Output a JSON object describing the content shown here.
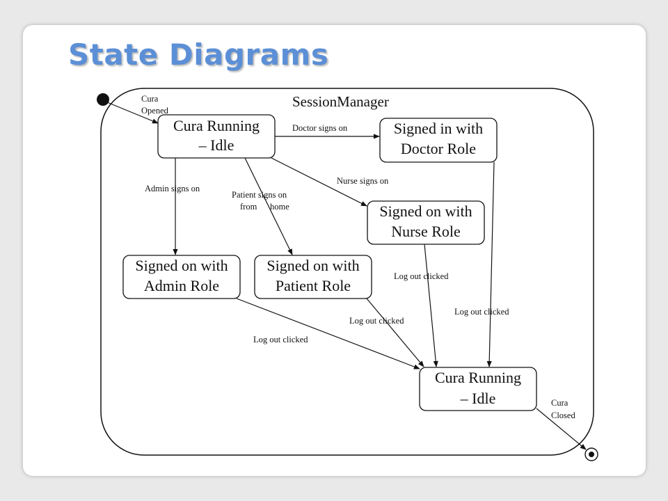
{
  "slide": {
    "title": "State Diagrams"
  },
  "diagram": {
    "container_label": "SessionManager",
    "states": {
      "idle_top": [
        "Cura Running",
        "– Idle"
      ],
      "doctor": [
        "Signed in with",
        "Doctor Role"
      ],
      "nurse": [
        "Signed on with",
        "Nurse Role"
      ],
      "admin": [
        "Signed on with",
        "Admin Role"
      ],
      "patient": [
        "Signed on with",
        "Patient Role"
      ],
      "idle_bottom": [
        "Cura Running",
        "– Idle"
      ]
    },
    "transitions": {
      "cura_opened": [
        "Cura",
        "Opened"
      ],
      "doctor_signs_on": "Doctor signs on",
      "nurse_signs_on": "Nurse signs on",
      "admin_signs_on": "Admin signs on",
      "patient_signs_on": [
        "Patient signs on",
        "from      home"
      ],
      "logout_nurse": "Log out clicked",
      "logout_doctor": "Log out clicked",
      "logout_patient": "Log out clicked",
      "logout_admin": "Log out clicked",
      "cura_closed": [
        "Cura",
        "Closed"
      ]
    },
    "colors": {
      "title": "#5b8fd6",
      "line": "#111111"
    }
  }
}
